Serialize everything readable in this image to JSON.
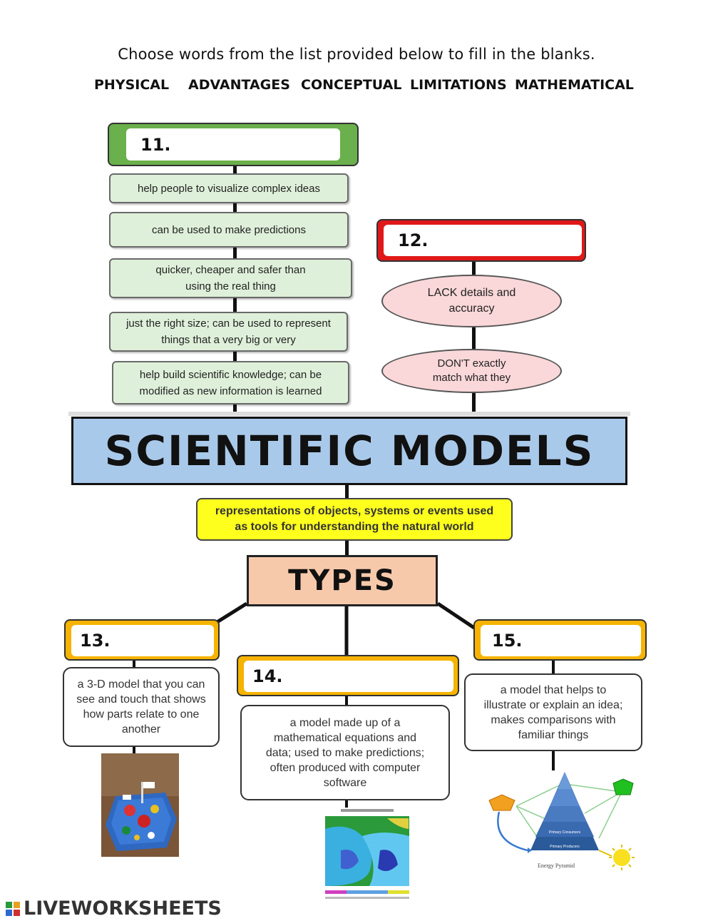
{
  "instructions": "Choose words from the list provided below to fill in the blanks.",
  "word_bank": [
    "PHYSICAL",
    "ADVANTAGES",
    "CONCEPTUAL",
    "LIMITATIONS",
    "MATHEMATICAL"
  ],
  "blanks": {
    "b11": "11.",
    "b12": "12.",
    "b13": "13.",
    "b14": "14.",
    "b15": "15."
  },
  "advantages": [
    "help people to visualize complex ideas",
    "can be used to make predictions",
    "quicker, cheaper and safer than using the real thing",
    "just the right size; can be used to represent things that a very big or very",
    "help build scientific knowledge; can be modified as new information is learned"
  ],
  "limitations": [
    "LACK details and accuracy",
    "DON'T exactly match what they"
  ],
  "title": "SCIENTIFIC MODELS",
  "definition": "representations of objects, systems or events used as tools for understanding the natural world",
  "types_label": "TYPES",
  "type_descriptions": {
    "physical": "a 3-D model that you can see and touch that shows how parts relate to one another",
    "mathematical": "a model made up of a mathematical equations and data; used to make predictions; often produced with computer software",
    "conceptual": "a model that helps to illustrate or explain an idea; makes comparisons with familiar things"
  },
  "energy_pyramid": {
    "caption": "Energy Pyramid",
    "levels": [
      "",
      "",
      "",
      "Primary Consumers",
      "Primary Producers"
    ]
  },
  "brand": "LIVEWORKSHEETS",
  "colors": {
    "green_frame": "#6ab04c",
    "red_frame": "#e01818",
    "orange_frame": "#f6b300",
    "title_bg": "#a9c9ea",
    "yellow_bg": "#ffff1e",
    "types_bg": "#f7c9ab"
  }
}
